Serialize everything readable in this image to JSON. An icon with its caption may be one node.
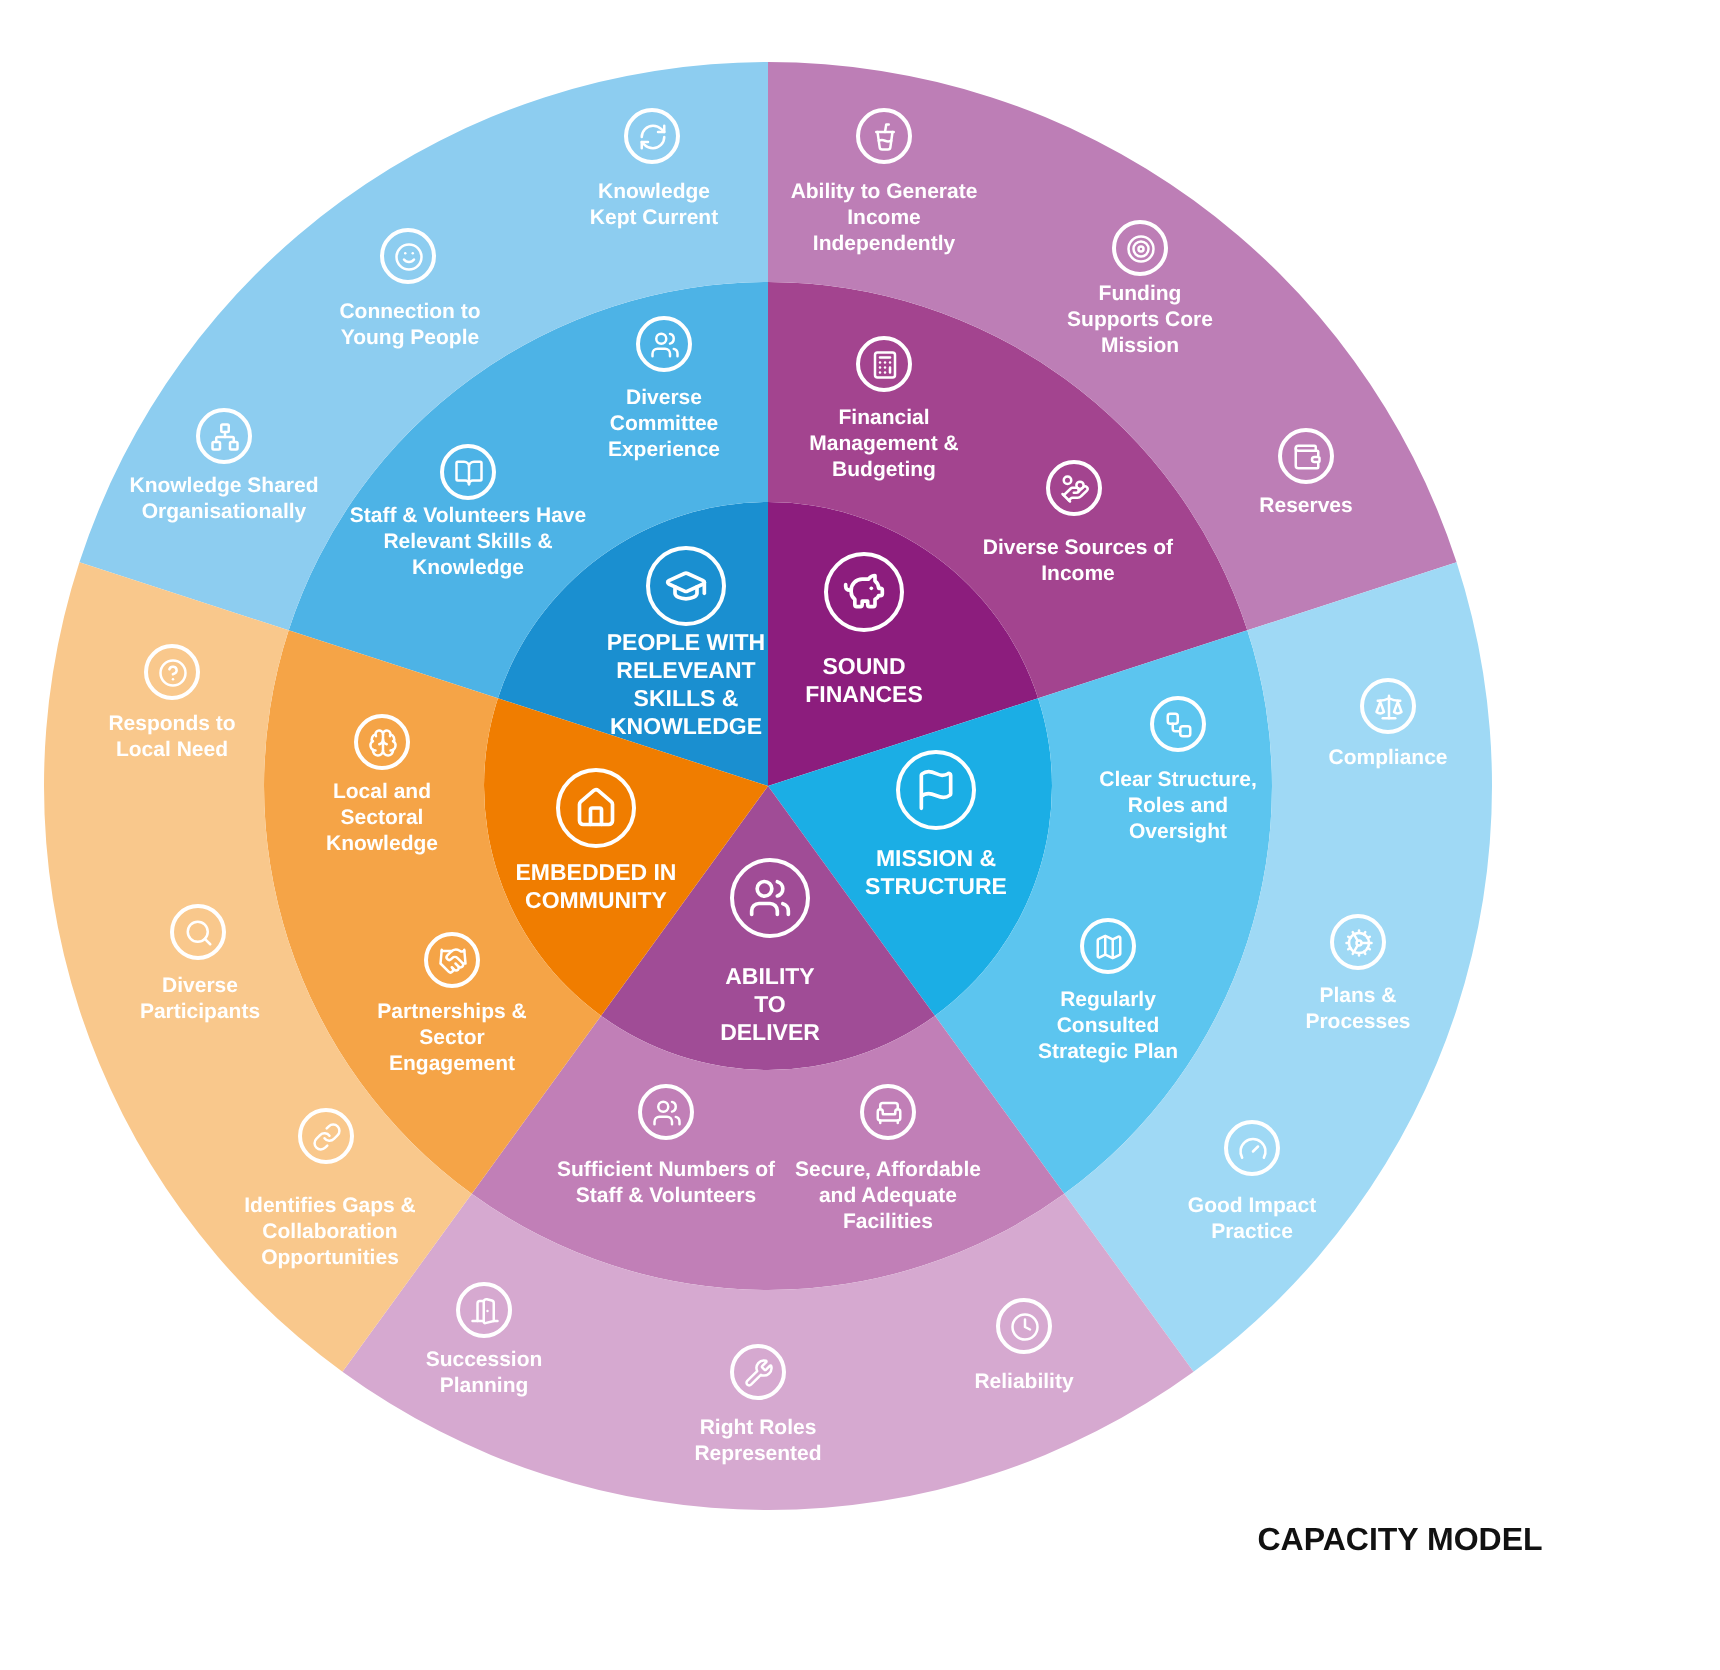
{
  "diagram": {
    "title": "CAPACITY MODEL",
    "nodes": [
      {
        "text": [
          "PEOPLE WITH RELEVEANT SKILLS & KNOWLEDGE"
        ]
      },
      {
        "text": [
          "Diverse Committee Experience",
          "Staff & Volunteers Have Relevant Skills & Knowledge"
        ]
      },
      {
        "text": [
          "Knowledge Kept Current",
          "Connection to Young People",
          "Knowledge Shared Organisationally"
        ]
      },
      {
        "text": [
          "SOUND FINANCES"
        ]
      },
      {
        "text": [
          "Financial Management & Budgeting",
          "Diverse Sources of Income"
        ]
      },
      {
        "text": [
          "Ability to Generate Income Independently",
          "Funding Supports Core Mission",
          "Reserves"
        ]
      },
      {
        "text": [
          "MISSION & STRUCTURE"
        ]
      },
      {
        "text": [
          "Clear Structure, Roles and Oversight",
          "Regularly Consulted Strategic Plan"
        ]
      },
      {
        "text": [
          "Compliance",
          "Plans & Processes",
          "Good Impact Practice"
        ]
      },
      {
        "text": [
          "ABILITY TO DELIVER"
        ]
      },
      {
        "text": [
          "Sufficient Numbers of Staff & Volunteers",
          "Secure, Affordable and Adequate Facilities"
        ]
      },
      {
        "text": [
          "Succession Planning",
          "Right Roles Represented",
          "Reliability"
        ]
      },
      {
        "text": [
          "EMBEDDED IN COMMUNITY"
        ]
      },
      {
        "text": [
          "Local and Sectoral Knowledge",
          "Partnerships & Sector Engagement"
        ]
      },
      {
        "text": [
          "Responds to Local Need",
          "Diverse Participants",
          "Identifies Gaps & Collaboration Opportunities"
        ]
      }
    ]
  }
}
